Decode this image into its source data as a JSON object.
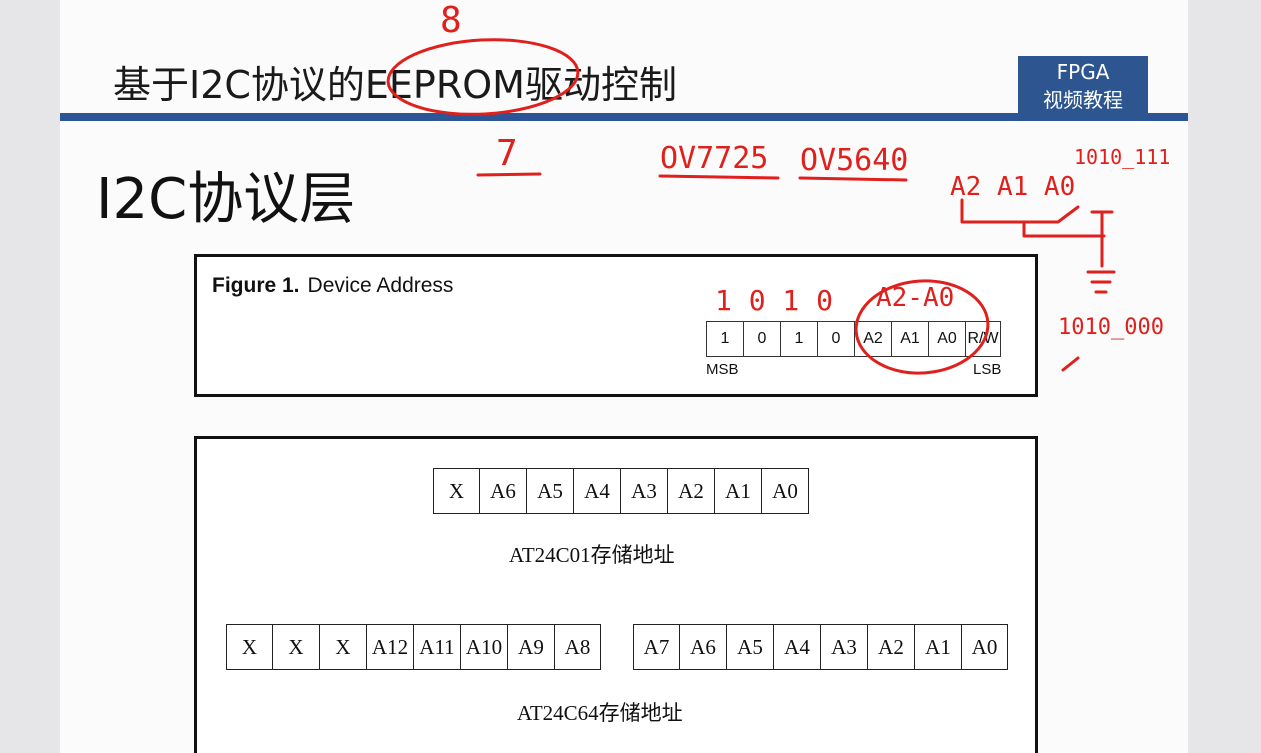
{
  "slide": {
    "title": "基于I2C协议的EEPROM驱动控制",
    "logo_line1": "FPGA",
    "logo_line2": "视频教程",
    "section_heading": "I2C协议层"
  },
  "figure1": {
    "caption_bold": "Figure 1.",
    "caption_text": "Device Address",
    "bits": [
      "1",
      "0",
      "1",
      "0",
      "A2",
      "A1",
      "A0",
      "R/W"
    ],
    "msb_label": "MSB",
    "lsb_label": "LSB"
  },
  "figure2": {
    "at24c01_bits": [
      "X",
      "A6",
      "A5",
      "A4",
      "A3",
      "A2",
      "A1",
      "A0"
    ],
    "at24c01_label": "AT24C01存储地址",
    "at24c64_high_bits": [
      "X",
      "X",
      "X",
      "A12",
      "A11",
      "A10",
      "A9",
      "A8"
    ],
    "at24c64_low_bits": [
      "A7",
      "A6",
      "A5",
      "A4",
      "A3",
      "A2",
      "A1",
      "A0"
    ],
    "at24c64_label": "AT24C64存储地址"
  },
  "annotations": {
    "color": "#e0201c",
    "above_title": "8",
    "below_title": "7",
    "sensor1": "OV7725",
    "sensor2": "OV5640",
    "pins": "A2 A1 A0",
    "addr_high": "1010_111",
    "addr_low": "1010_000",
    "bits_over_fig": "1 0 1 0",
    "range_over_fig": "A2-A0"
  }
}
